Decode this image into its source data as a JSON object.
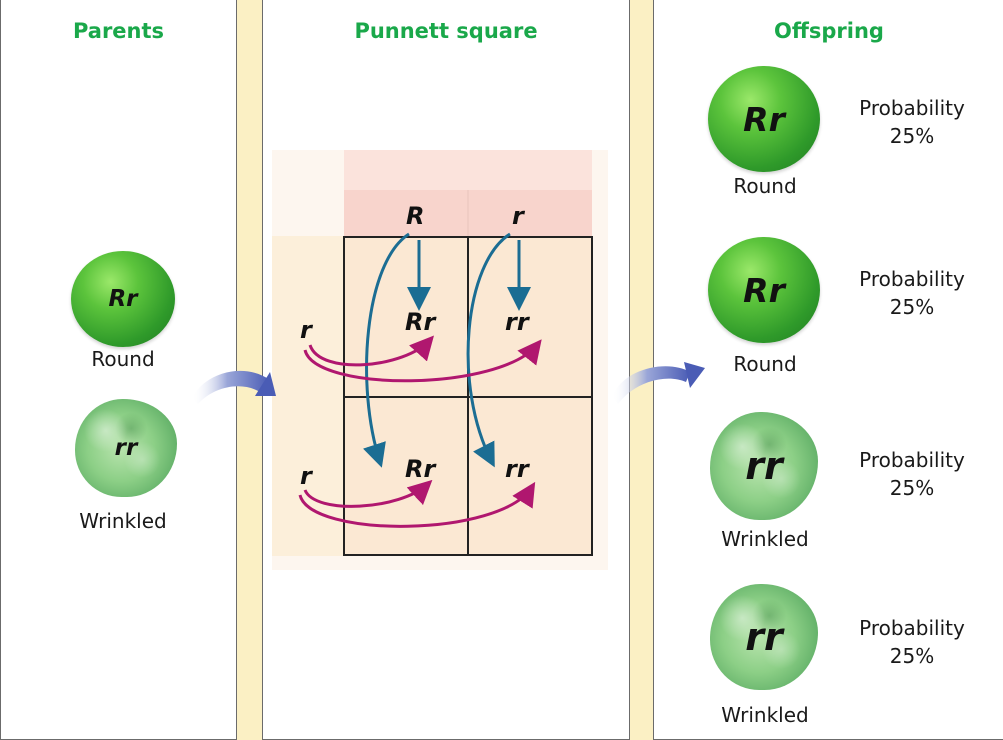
{
  "parents": {
    "title": "Parents",
    "peas": [
      {
        "genotype": "Rr",
        "label": "Round",
        "type": "round"
      },
      {
        "genotype": "rr",
        "label": "Wrinkled",
        "type": "wrinkled"
      }
    ]
  },
  "punnett": {
    "title": "Punnett square",
    "top_alleles": [
      "R",
      "r"
    ],
    "left_alleles": [
      "r",
      "r"
    ],
    "cells": [
      "Rr",
      "rr",
      "Rr",
      "rr"
    ]
  },
  "offspring": {
    "title": "Offspring",
    "items": [
      {
        "genotype": "Rr",
        "label": "Round",
        "probability_label": "Probability",
        "probability_value": "25%",
        "type": "round"
      },
      {
        "genotype": "Rr",
        "label": "Round",
        "probability_label": "Probability",
        "probability_value": "25%",
        "type": "round"
      },
      {
        "genotype": "rr",
        "label": "Wrinkled",
        "probability_label": "Probability",
        "probability_value": "25%",
        "type": "wrinkled"
      },
      {
        "genotype": "rr",
        "label": "Wrinkled",
        "probability_label": "Probability",
        "probability_value": "25%",
        "type": "wrinkled"
      }
    ]
  },
  "colors": {
    "title_green": "#1aa84a",
    "paternal_arrow": "#1b6d93",
    "maternal_arrow": "#b0176f",
    "flow_arrow": "#5566b8",
    "page_background": "#fbf0c4"
  }
}
